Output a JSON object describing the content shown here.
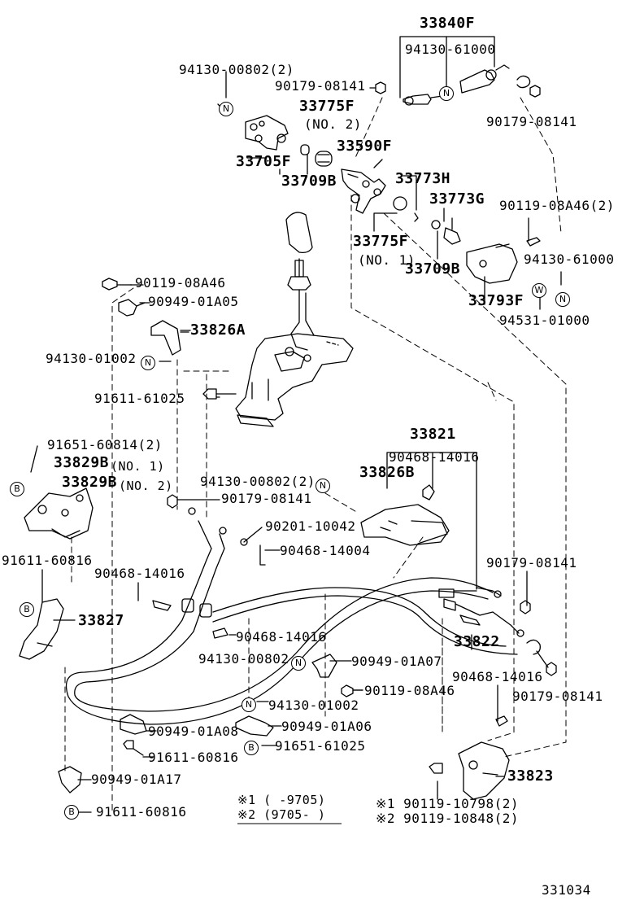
{
  "labels": {
    "p33840F": "33840F",
    "p94130_61000_top": "94130-61000",
    "p94130_00802_2_top": "94130-00802(2)",
    "p90179_08141_top": "90179-08141",
    "p90179_08141_right": "90179-08141",
    "p33775F_top": "33775F",
    "no2_top": "(NO. 2)",
    "p33705F": "33705F",
    "p33709B_top": "33709B",
    "p33590F": "33590F",
    "p33773H": "33773H",
    "p33773G": "33773G",
    "p90119_08A46_2_right": "90119-08A46(2)",
    "p33775F_mid": "33775F",
    "no1_mid": "(NO. 1)",
    "p33709B_mid": "33709B",
    "p94130_61000_right": "94130-61000",
    "p33793F": "33793F",
    "p94531_01000": "94531-01000",
    "p90119_08A46_left": "90119-08A46",
    "p90949_01A05": "90949-01A05",
    "p33826A": "33826A",
    "p94130_01002_left": "94130-01002",
    "p91611_61025": "91611-61025",
    "p91651_60814_2": "91651-60814(2)",
    "p33829B_1": "33829B",
    "no1_left": "(NO. 1)",
    "p33829B_2": "33829B",
    "no2_left": "(NO. 2)",
    "p33821": "33821",
    "p90468_14016_top": "90468-14016",
    "p33826B": "33826B",
    "p94130_00802_2_mid": "94130-00802(2)",
    "p90179_08141_mid": "90179-08141",
    "p90201_10042": "90201-10042",
    "p90468_14004": "90468-14004",
    "p91611_60816_left": "91611-60816",
    "p90468_14016_left": "90468-14016",
    "p90179_08141_right2": "90179-08141",
    "p33827": "33827",
    "p90468_14016_mid": "90468-14016",
    "p33822": "33822",
    "p94130_00802_low": "94130-00802",
    "p90949_01A07": "90949-01A07",
    "p90468_14016_right": "90468-14016",
    "p90119_08A46_low": "90119-08A46",
    "p90179_08141_low": "90179-08141",
    "p94130_01002_low": "94130-01002",
    "p90949_01A08": "90949-01A08",
    "p90949_01A06": "90949-01A06",
    "p91611_60816_mid": "91611-60816",
    "p91651_61025": "91651-61025",
    "p90949_01A17": "90949-01A17",
    "p33823": "33823",
    "p91611_60816_bottom": "91611-60816",
    "note1": "※1 (     -9705)",
    "note2": "※2 (9705-       )",
    "p90119_10798_2": "※1 90119-10798(2)",
    "p90119_10848_2": "※2 90119-10848(2)",
    "diagram_id": "331034"
  },
  "symbols": {
    "n": "N",
    "b": "B",
    "w": "W"
  }
}
